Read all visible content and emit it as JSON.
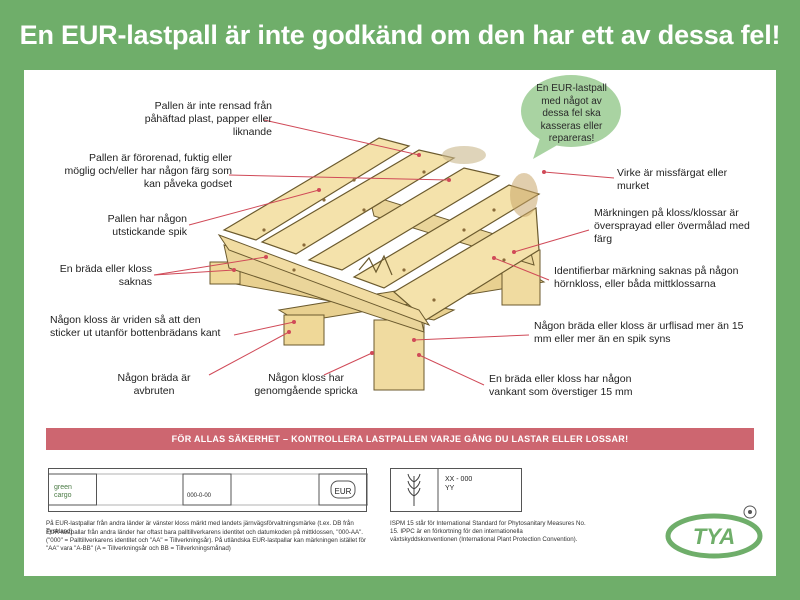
{
  "title": "En EUR-lastpall är inte godkänd om den har ett av dessa fel!",
  "bubble": "En EUR-lastpall med något av dessa fel ska kasseras eller repareras!",
  "labels_left": [
    "Pallen är inte rensad från påhäftad plast, papper eller liknande",
    "Pallen är förorenad, fuktig eller möglig och/eller har någon färg som kan påveka godset",
    "Pallen har någon utstickande spik",
    "En bräda eller kloss saknas",
    "Någon kloss är vriden så att den sticker ut utanför bottenbrädans kant",
    "Någon bräda är avbruten",
    "Någon kloss har genomgående spricka"
  ],
  "labels_right": [
    "Virke är missfärgat eller murket",
    "Märkningen på kloss/klossar är översprayad eller övermålad med färg",
    "Identifierbar märkning saknas på någon hörnkloss, eller båda mittklossarna",
    "Någon bräda eller kloss är urflisad mer än 15 mm eller mer än en spik syns",
    "En bräda eller kloss har någon vankant som överstiger 15 mm"
  ],
  "banner": "FÖR ALLAS SÄKERHET – KONTROLLERA LASTPALLEN VARJE GÅNG DU LASTAR ELLER LOSSAR!",
  "block_marking": {
    "logo_top": "green",
    "logo_bottom": "cargo",
    "code": "000-0-00",
    "eur": "EUR"
  },
  "ippc_marking": {
    "line1": "XX - 000",
    "line2": "YY"
  },
  "footnotes_left": [
    "På EUR-lastpallar från andra länder är vänster kloss märkt med landets järnvägsförvaltningsmärke (t.ex. DB från Tyskland)",
    "EUR-lastpallar från andra länder har oftast bara palltillverkarens identitet och datumkoden på mittklossen, \"000-AA\". (\"000\" = Palltillverkarens identitet och \"AA\" = Tillverkningsår). På utländska EUR-lastpallar kan märkningen istället för \"AA\" vara \"A-BB\" (A = Tillverkningsår och BB = Tillverkningsmånad)"
  ],
  "footnote_right": "ISPM 15 står för International Standard for Phytosanitary Measures No. 15. IPPC är en förkortning för den internationella växtskyddskonventionen (International Plant Protection Convention).",
  "logo": "TYA",
  "colors": {
    "background": "#6fae6a",
    "banner": "#cd6670",
    "bubble": "#a9d3a2",
    "wood": "#f3dfa6",
    "leader": "#d04a58"
  },
  "icons": [
    "warning-bubble",
    "wheat-icon",
    "tya-logo"
  ]
}
